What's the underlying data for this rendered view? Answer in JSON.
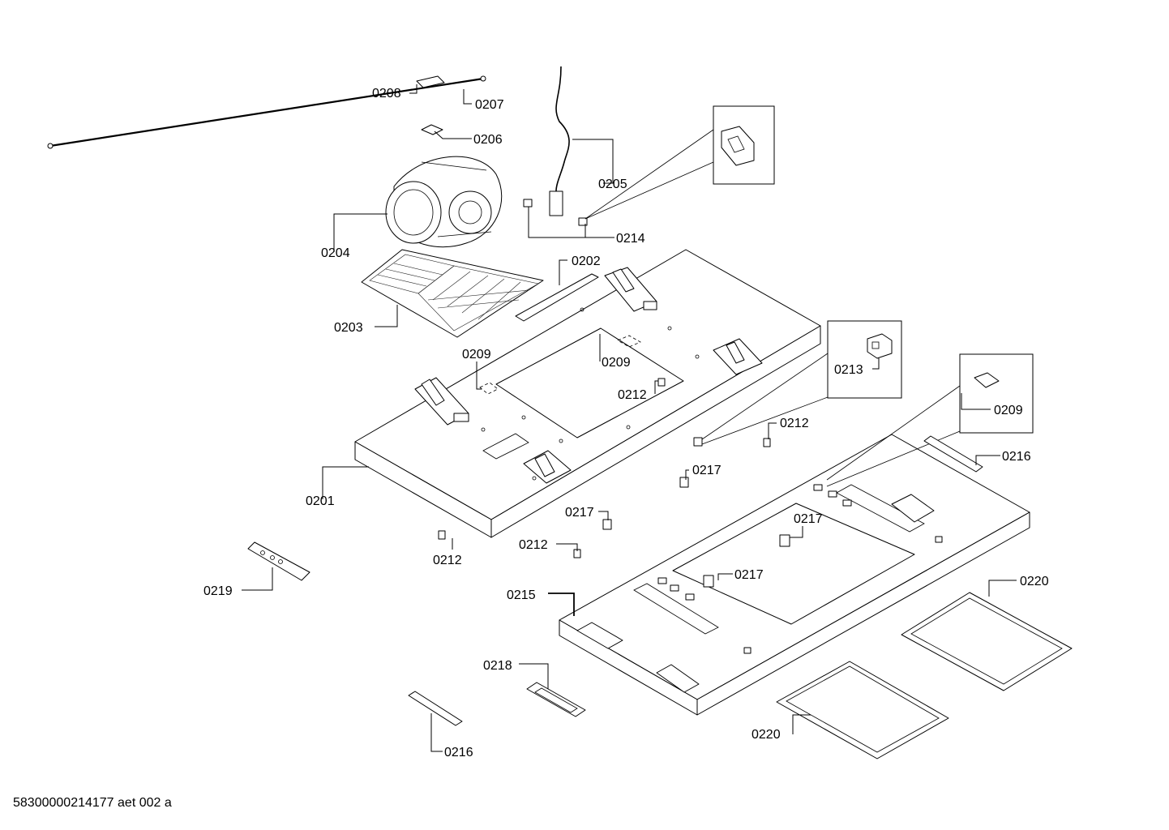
{
  "diagram": {
    "labels": {
      "p0201": "0201",
      "p0202": "0202",
      "p0203": "0203",
      "p0204": "0204",
      "p0205": "0205",
      "p0206": "0206",
      "p0207": "0207",
      "p0208": "0208",
      "p0209_a": "0209",
      "p0209_b": "0209",
      "p0209_c": "0209",
      "p0212_a": "0212",
      "p0212_b": "0212",
      "p0212_c": "0212",
      "p0212_d": "0212",
      "p0213": "0213",
      "p0214": "0214",
      "p0215": "0215",
      "p0216_a": "0216",
      "p0216_b": "0216",
      "p0217_a": "0217",
      "p0217_b": "0217",
      "p0217_c": "0217",
      "p0217_d": "0217",
      "p0218": "0218",
      "p0219": "0219",
      "p0220_a": "0220",
      "p0220_b": "0220"
    }
  },
  "footer": {
    "document_id": "58300000214177 aet 002 a"
  }
}
